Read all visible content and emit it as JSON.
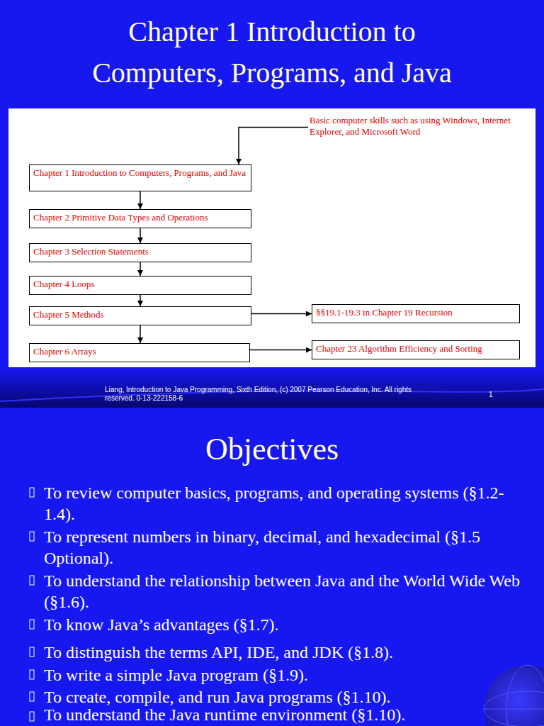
{
  "diagram": {
    "title": "Chapter 1 Introduction to Computers, Programs, and Java",
    "nodes": [
      {
        "text": [
          "Basic computer skills such as using Windows, Internet Explorer, and Microsoft Word"
        ]
      },
      {
        "text": [
          "Chapter 1 Introduction to Computers, Programs, and Java"
        ]
      },
      {
        "text": [
          "Chapter 2 Primitive Data Types and Operations"
        ]
      },
      {
        "text": [
          "Chapter 3 Selection Statements"
        ]
      },
      {
        "text": [
          "Chapter 4 Loops"
        ]
      },
      {
        "text": [
          "Chapter 5 Methods"
        ]
      },
      {
        "text": [
          "§§19.1-19.3 in Chapter 19 Recursion"
        ]
      },
      {
        "text": [
          "Chapter 6 Arrays"
        ]
      },
      {
        "text": [
          "Chapter 23 Algorithm Efficiency and Sorting"
        ]
      }
    ],
    "edges": [
      {
        "from": 0,
        "to": 1,
        "arrow": "to"
      },
      {
        "from": 1,
        "to": 2,
        "arrow": "to"
      },
      {
        "from": 2,
        "to": 3,
        "arrow": "to"
      },
      {
        "from": 3,
        "to": 4,
        "arrow": "to"
      },
      {
        "from": 4,
        "to": 5,
        "arrow": "to"
      },
      {
        "from": 5,
        "to": 6,
        "arrow": "to"
      },
      {
        "from": 5,
        "to": 7,
        "arrow": "to"
      },
      {
        "from": 7,
        "to": 8,
        "arrow": "to"
      }
    ],
    "labels": [
      "Objectives",
      "To review computer basics, programs, and operating systems (§1.2-1.4).",
      "To represent numbers in binary, decimal, and hexadecimal (§1.5 Optional).",
      "To understand the relationship between Java and the World Wide Web (§1.6).",
      "To know Java’s advantages (§1.7).",
      "To distinguish the terms API, IDE, and JDK (§1.8).",
      "To write a simple Java program (§1.9).",
      "To create, compile, and run Java programs (§1.10).",
      "To understand the Java runtime environment (§1.10).",
      "Liang, Introduction to Java Programming, Sixth Edition, (c) 2007 Pearson Education, Inc. All rights reserved. 0-13-222158-6",
      "1"
    ]
  }
}
